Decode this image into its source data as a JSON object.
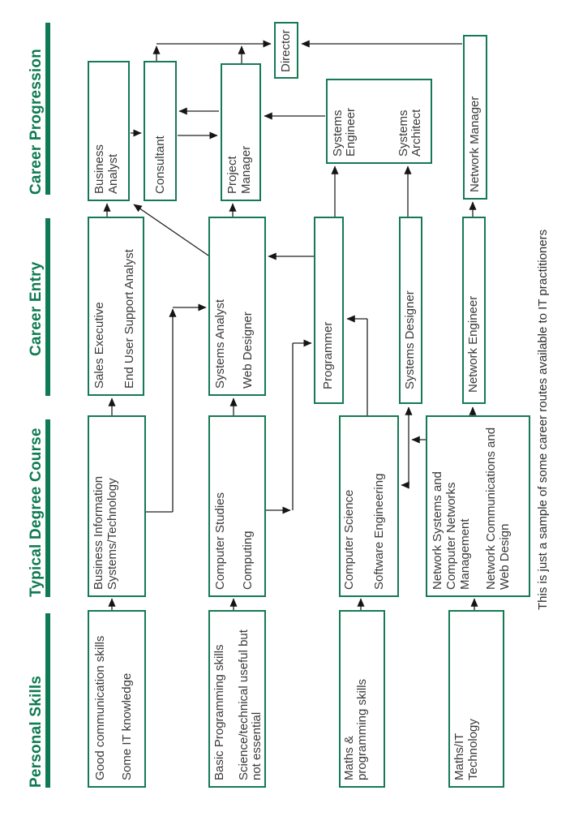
{
  "accent_green": "#0e7a53",
  "line_color": "#222222",
  "caption": "This is just a sample of some career routes available to IT practitioners",
  "headers": {
    "personal": "Personal Skills",
    "degree": "Typical Degree Course",
    "entry": "Career Entry",
    "progression": "Career Progression"
  },
  "boxes": {
    "good_comm": {
      "line1": "Good communication skills",
      "line2": "Some IT knowledge"
    },
    "basic_prog": {
      "line1": "Basic Programming skills",
      "line2": "Science/technical useful but",
      "line3": "not essential"
    },
    "maths_prog": {
      "line1": "Maths &",
      "line2": "programming skills"
    },
    "maths_it": {
      "line1": "Maths/IT",
      "line2": "Technology"
    },
    "bis": {
      "line1": "Business Information",
      "line2": "Systems/Technology"
    },
    "comp_studies": {
      "line1": "Computer Studies",
      "line2": "Computing"
    },
    "comp_sci": {
      "line1": "Computer Science",
      "line2": "Software Engineering"
    },
    "network_sys": {
      "line1": "Network Systems and",
      "line2": "Computer Networks",
      "line3": "Management",
      "line4": "Network Communications and",
      "line5": "Web Design"
    },
    "sales_exec": {
      "line1": "Sales Executive",
      "line2": "End User Support Analyst"
    },
    "sys_analyst": {
      "line1": "Systems Analyst",
      "line2": "Web Designer"
    },
    "programmer": {
      "line1": "Programmer"
    },
    "sys_designer": {
      "line1": "Systems Designer"
    },
    "net_engineer": {
      "line1": "Network Engineer"
    },
    "bus_analyst": {
      "line1": "Business",
      "line2": "Analyst"
    },
    "consultant": {
      "line1": "Consultant"
    },
    "proj_manager": {
      "line1": "Project",
      "line2": "Manager"
    },
    "director": {
      "line1": "Director"
    },
    "sys_eng_arch": {
      "line1": "Systems",
      "line2": "Engineer",
      "line3": "Systems",
      "line4": "Architect"
    },
    "net_manager": {
      "line1": "Network Manager"
    }
  }
}
